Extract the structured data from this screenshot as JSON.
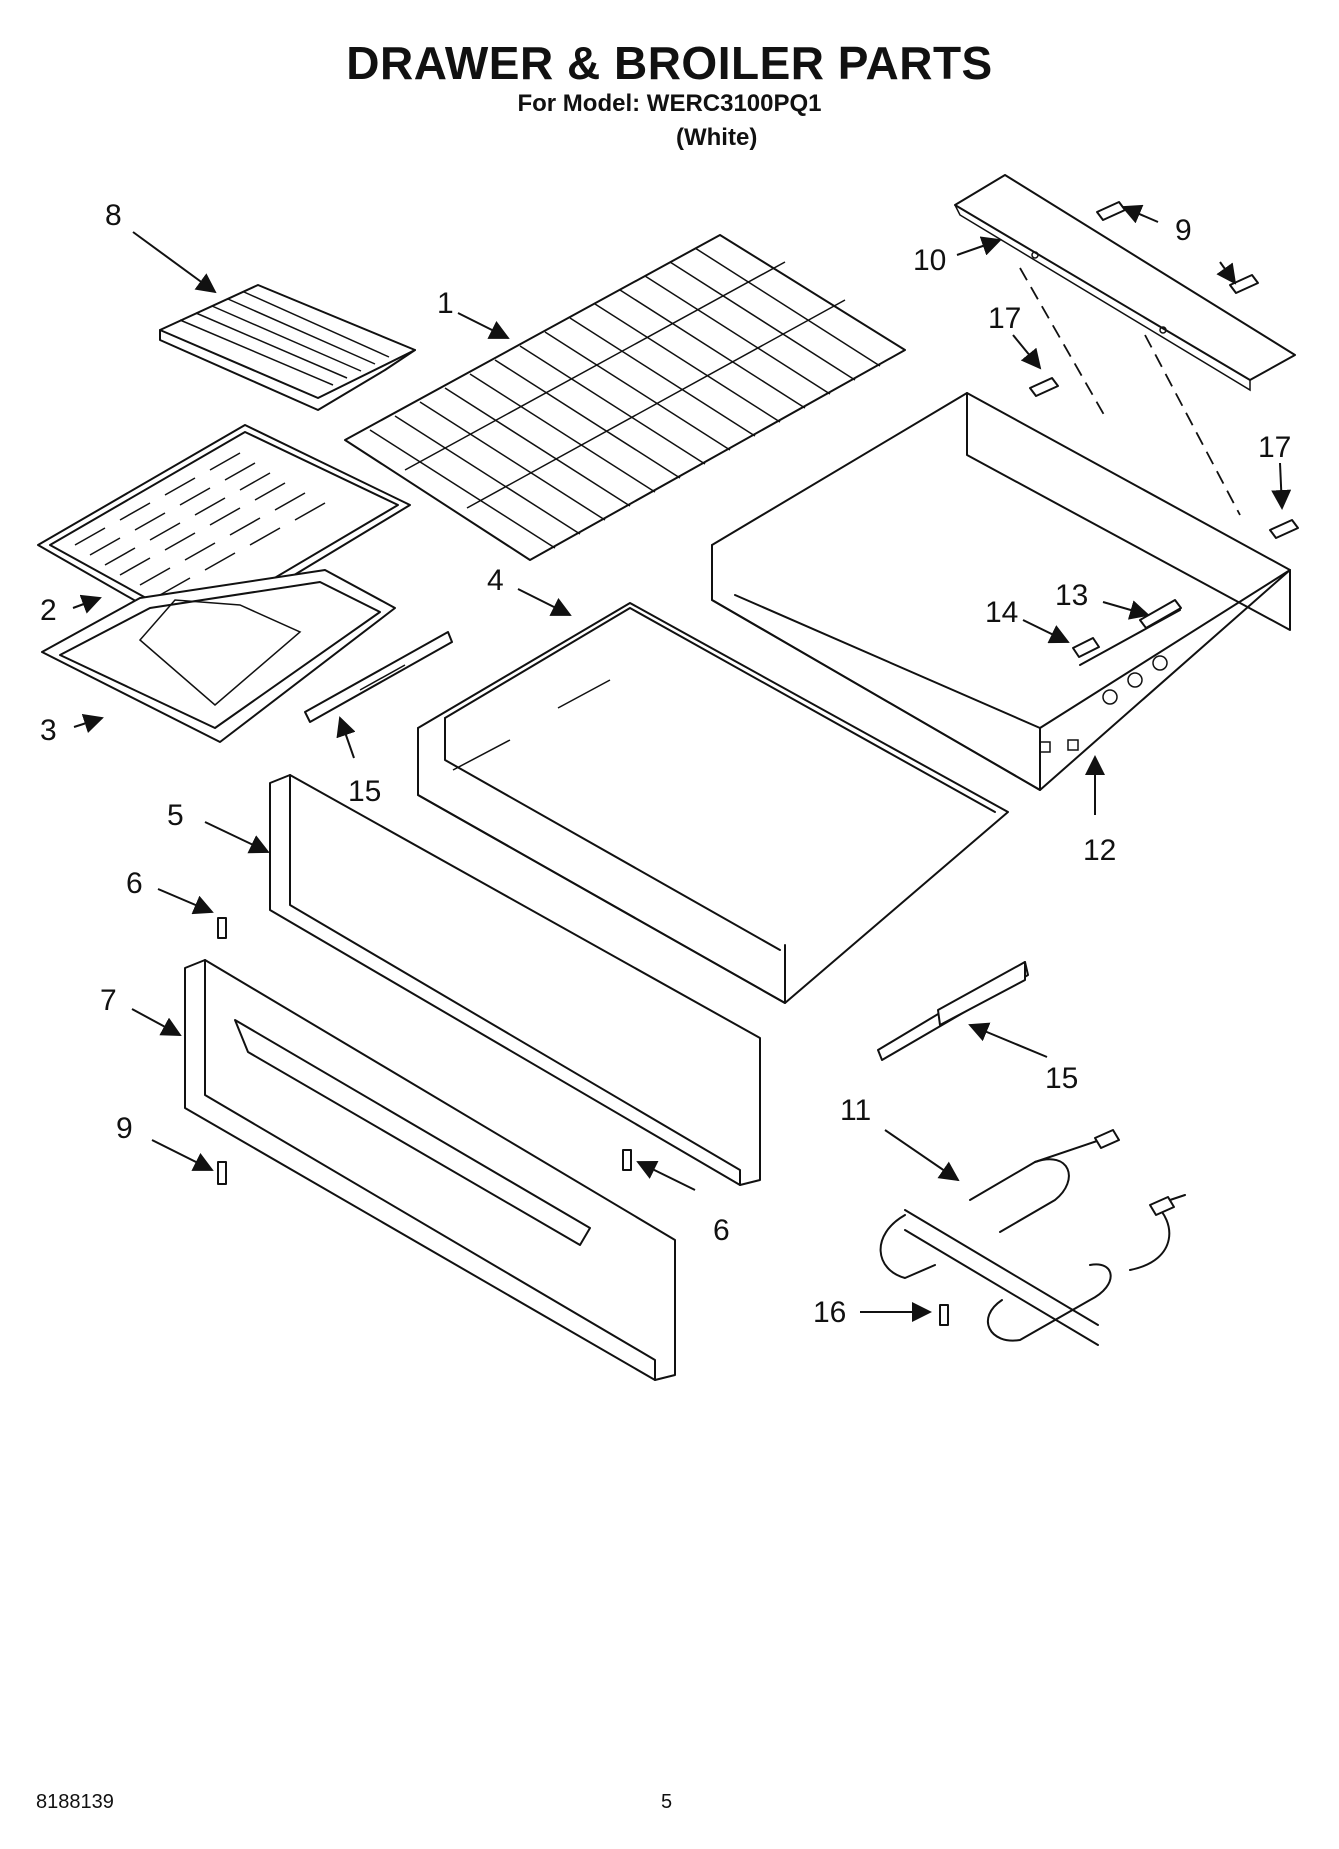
{
  "header": {
    "title": "DRAWER & BROILER PARTS",
    "subtitle": "For Model: WERC3100PQ1",
    "variant": "(White)"
  },
  "callouts": [
    "1",
    "2",
    "3",
    "4",
    "5",
    "6",
    "6",
    "7",
    "8",
    "9",
    "9",
    "10",
    "11",
    "12",
    "13",
    "14",
    "15",
    "15",
    "16",
    "17",
    "17"
  ],
  "footer": {
    "doc_number": "8188139",
    "page": "5"
  }
}
